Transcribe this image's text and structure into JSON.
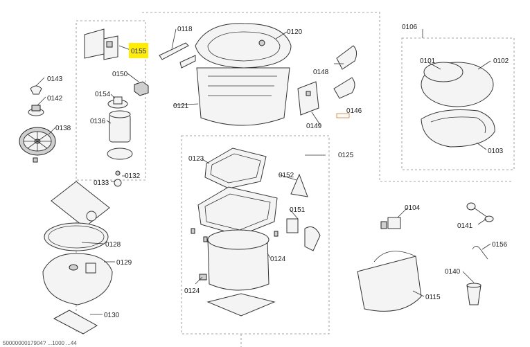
{
  "parts": {
    "p0155": "0155",
    "p0150": "0150",
    "p0154": "0154",
    "p0136": "0136",
    "p0133": "0133",
    "p0132": "0132",
    "p0143": "0143",
    "p0142": "0142",
    "p0138": "0138",
    "p0128": "0128",
    "p0129": "0129",
    "p0130": "0130",
    "p0118": "0118",
    "p0120": "0120",
    "p0121": "0121",
    "p0148": "0148",
    "p0146": "0146",
    "p0149": "0149",
    "p0106": "0106",
    "p0101": "0101",
    "p0102": "0102",
    "p0103": "0103",
    "p0123": "0123",
    "p0125": "0125",
    "p0152": "0152",
    "p0151": "0151",
    "p0124a": "0124",
    "p0124b": "0124",
    "p0104": "0104",
    "p0141": "0141",
    "p0156": "0156",
    "p0140": "0140",
    "p0115": "0115"
  },
  "footer_text": "5000000017904? ...1000 ...44",
  "colors": {
    "highlight": "#ffee00",
    "marker": "#e07020"
  }
}
